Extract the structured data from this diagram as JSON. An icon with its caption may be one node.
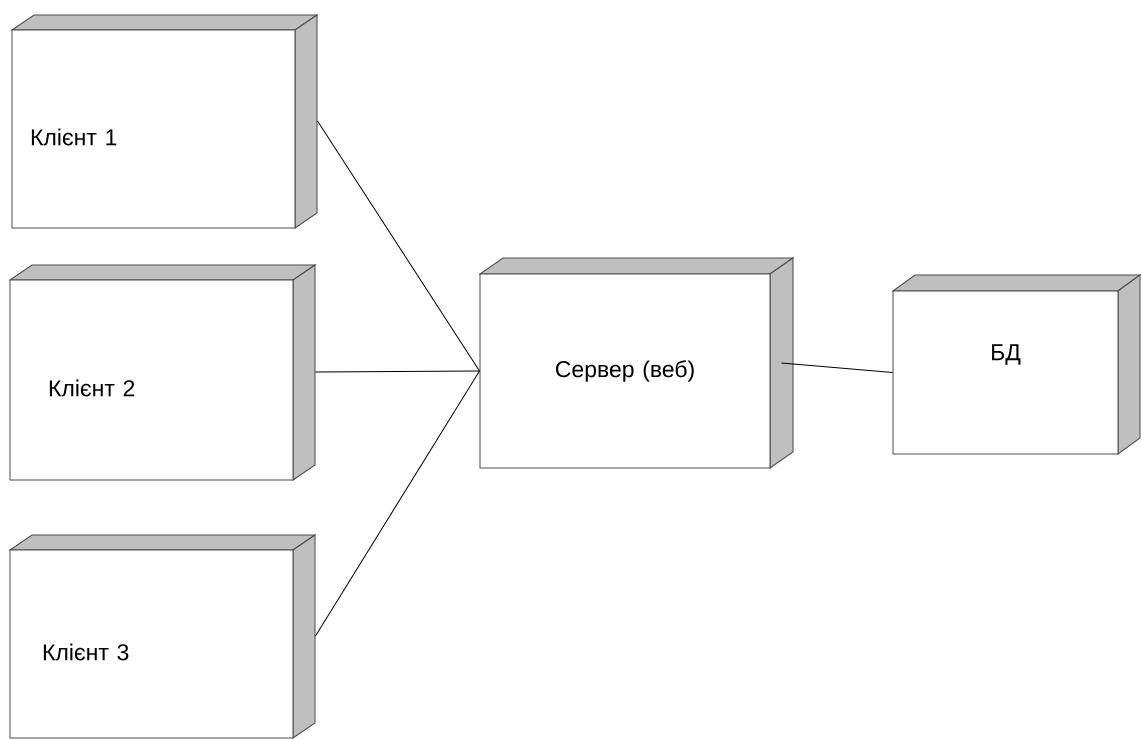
{
  "diagram": {
    "nodes": [
      {
        "text": [
          "Клієнт 1"
        ]
      },
      {
        "text": [
          "Клієнт 2"
        ]
      },
      {
        "text": [
          "Клієнт 3"
        ]
      },
      {
        "text": [
          "Сервер (веб)"
        ]
      },
      {
        "text": [
          "БД"
        ]
      }
    ],
    "edges": [
      {
        "from": 0,
        "to": 3,
        "arrow": "none"
      },
      {
        "from": 1,
        "to": 3,
        "arrow": "none"
      },
      {
        "from": 2,
        "to": 3,
        "arrow": "none"
      },
      {
        "from": 3,
        "to": 4,
        "arrow": "none"
      }
    ]
  }
}
